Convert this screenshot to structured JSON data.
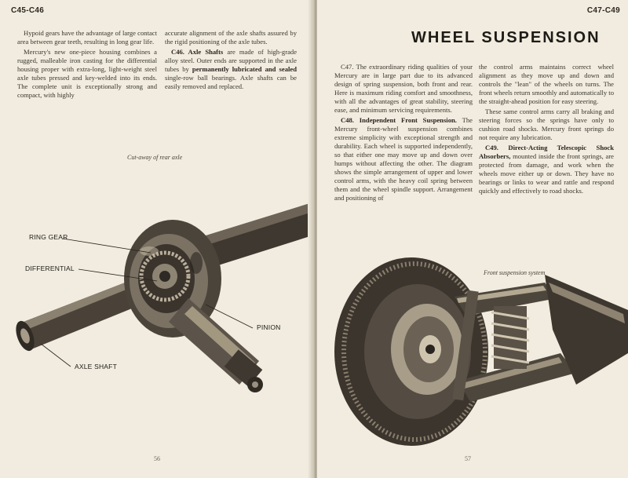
{
  "left_page": {
    "running_head": "C45-C46",
    "col1": {
      "p1": "Hypoid gears have the advantage of large contact area between gear teeth, resulting in long gear life.",
      "p2": "Mercury's new one-piece housing combines a rugged, malleable iron casting for the differential housing proper with extra-long, light-weight steel axle tubes pressed and key-welded into its ends. The complete unit is exceptionally strong and compact, with highly"
    },
    "col2": {
      "p1": "accurate alignment of the axle shafts assured by the rigid positioning of the axle tubes.",
      "sec_c46_heading": "C46. Axle Shafts",
      "sec_c46_a": " are made of high-grade alloy steel. Outer ends are supported in the axle tubes by ",
      "sec_c46_bold": "permanently lubricated and sealed",
      "sec_c46_b": " single-row ball bearings. Axle shafts can be easily removed and replaced."
    },
    "caption": "Cut-away of rear axle",
    "labels": {
      "ring_gear": "RING GEAR",
      "differential": "DIFFERENTIAL",
      "pinion": "PINION",
      "axle_shaft": "AXLE SHAFT"
    },
    "page_number": "56"
  },
  "right_page": {
    "running_head": "C47-C49",
    "title": "WHEEL SUSPENSION",
    "col1": {
      "p1": "C47. The extraordinary riding qualities of your Mercury are in large part due to its advanced design of spring suspension, both front and rear. Here is maximum riding comfort and smoothness, with all the advantages of great stability, steering ease, and minimum servicing requirements.",
      "sec_c48_heading": "C48. Independent Front Suspension.",
      "sec_c48_body": " The Mercury front-wheel suspension combines extreme simplicity with exceptional strength and durability. Each wheel is supported independently, so that either one may move up and down over humps without affecting the other. The diagram shows the simple arrangement of upper and lower control arms, with the heavy coil spring between them and the wheel spindle support. Arrangement and positioning of"
    },
    "col2": {
      "p1": "the control arms maintains correct wheel alignment as they move up and down and controls the \"lean\" of the wheels on turns. The front wheels return smoothly and automatically to the straight-ahead position for easy steering.",
      "p2": "These same control arms carry all braking and steering forces so the springs have only to cushion road shocks. Mercury front springs do not require any lubrication.",
      "sec_c49_heading": "C49. Direct-Acting Telescopic Shock Absorbers,",
      "sec_c49_body": " mounted inside the front springs, are protected from damage, and work when the wheels move either up or down. They have no bearings or links to wear and rattle and respond quickly and effectively to road shocks."
    },
    "caption": "Front suspension system",
    "page_number": "57"
  },
  "colors": {
    "paper": "#f1ecdf",
    "ink": "#2a2520",
    "illustration_dark": "#3b352e",
    "illustration_mid": "#8b8171"
  },
  "illustrations": [
    "rear-axle-cutaway",
    "front-suspension-drawing"
  ]
}
